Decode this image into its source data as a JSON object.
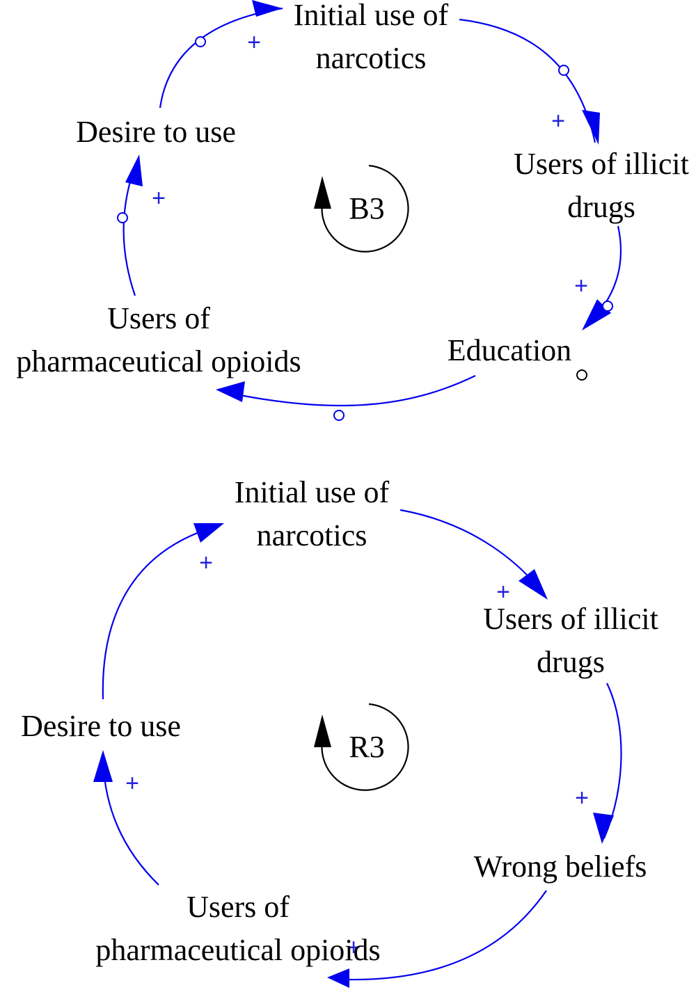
{
  "colors": {
    "link": "#0000ee",
    "sign": "#2222dd",
    "loop": "#000000",
    "text": "#000000",
    "background": "#ffffff"
  },
  "diagrams": [
    {
      "loop_label": "B3",
      "loop_arrow_icon": "triangle-up-icon",
      "nodes": {
        "initial_use_line1": "Initial use of",
        "initial_use_line2": "narcotics",
        "illicit_line1": "Users of illicit",
        "illicit_line2": "drugs",
        "education": "Education",
        "pharma_line1": "Users of",
        "pharma_line2": "pharmaceutical opioids",
        "desire": "Desire to use"
      },
      "signs": {
        "initial_to_illicit": "+",
        "illicit_to_education": "+",
        "pharma_to_desire": "+",
        "desire_to_initial": "+"
      }
    },
    {
      "loop_label": "R3",
      "loop_arrow_icon": "triangle-up-icon",
      "nodes": {
        "initial_use_line1": "Initial use of",
        "initial_use_line2": "narcotics",
        "illicit_line1": "Users of illicit",
        "illicit_line2": "drugs",
        "beliefs": "Wrong beliefs",
        "pharma_line1": "Users of",
        "pharma_line2": "pharmaceutical opioids",
        "desire": "Desire to use"
      },
      "signs": {
        "initial_to_illicit": "+",
        "illicit_to_beliefs": "+",
        "beliefs_to_pharma": "+",
        "pharma_to_desire": "+",
        "desire_to_initial": "+"
      }
    }
  ]
}
